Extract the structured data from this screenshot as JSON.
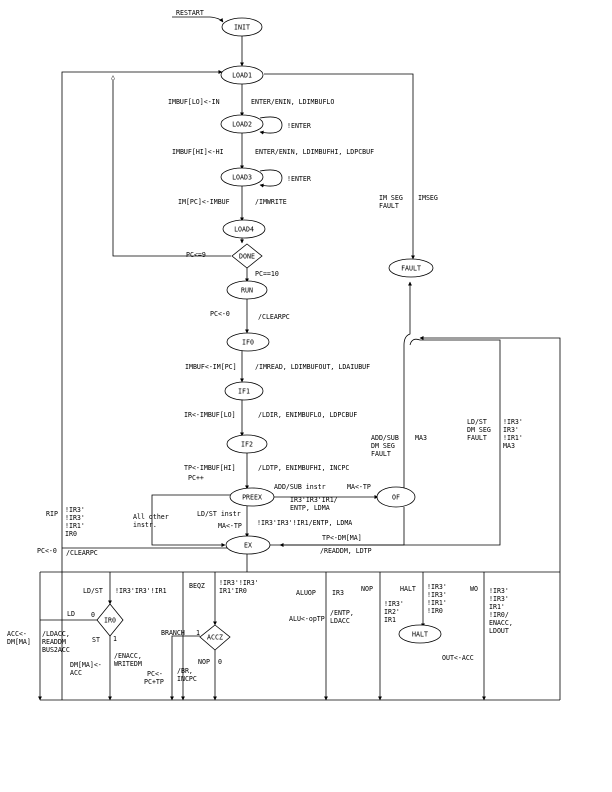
{
  "diagram": {
    "states": [
      {
        "id": "init",
        "label": "INIT"
      },
      {
        "id": "load1",
        "label": "LOAD1"
      },
      {
        "id": "load2",
        "label": "LOAD2"
      },
      {
        "id": "load3",
        "label": "LOAD3"
      },
      {
        "id": "load4",
        "label": "LOAD4"
      },
      {
        "id": "done",
        "label": "DONE"
      },
      {
        "id": "run",
        "label": "RUN"
      },
      {
        "id": "if0",
        "label": "IF0"
      },
      {
        "id": "if1",
        "label": "IF1"
      },
      {
        "id": "if2",
        "label": "IF2"
      },
      {
        "id": "predx",
        "label": "PREEX"
      },
      {
        "id": "of",
        "label": "OF"
      },
      {
        "id": "ex",
        "label": "EX"
      },
      {
        "id": "fault",
        "label": "FAULT"
      },
      {
        "id": "ir0",
        "label": "IR0"
      },
      {
        "id": "accz",
        "label": "ACCZ"
      },
      {
        "id": "halt",
        "label": "HALT"
      }
    ],
    "labels": [
      {
        "id": "restart",
        "text": "RESTART"
      },
      {
        "id": "imbuflo",
        "text": "IMBUF[LO]<-IN"
      },
      {
        "id": "enter1",
        "text": "ENTER/ENIN, LDIMBUFLO"
      },
      {
        "id": "nenter1",
        "text": "!ENTER"
      },
      {
        "id": "imbufhi",
        "text": "IMBUF[HI]<-HI"
      },
      {
        "id": "enter2",
        "text": "ENTER/ENIN,  LDIMBUFHI,  LDPCBUF"
      },
      {
        "id": "nenter2",
        "text": "!ENTER"
      },
      {
        "id": "impc",
        "text": "IM[PC]<-IMBUF"
      },
      {
        "id": "imwrite",
        "text": "/IMWRITE"
      },
      {
        "id": "imseg1",
        "text": "IM SEG"
      },
      {
        "id": "fault1",
        "text": "FAULT"
      },
      {
        "id": "imseg2",
        "text": "IMSEG"
      },
      {
        "id": "pc9",
        "text": "PC<=9"
      },
      {
        "id": "pc10",
        "text": "PC==10"
      },
      {
        "id": "pc0",
        "text": "PC<-0"
      },
      {
        "id": "clearpc",
        "text": "/CLEARPC"
      },
      {
        "id": "imbufim",
        "text": "IMBUF<-IM[PC]"
      },
      {
        "id": "imread",
        "text": "/IMREAD,  LDIMBUFOUT,  LDAIUBUF"
      },
      {
        "id": "irimbuf",
        "text": "IR<-IMBUF[LO]"
      },
      {
        "id": "ldir",
        "text": "/LDIR,  ENIMBUFLO,  LDPCBUF"
      },
      {
        "id": "tpimbuf",
        "text": "TP<-IMBUF[HI]"
      },
      {
        "id": "ldtp",
        "text": "/LDTP,  ENIMBUFHI,  INCPC"
      },
      {
        "id": "pcpp",
        "text": "PC++"
      },
      {
        "id": "addsub1",
        "text": "ADD/SUB"
      },
      {
        "id": "dmseg1",
        "text": "DM SEG"
      },
      {
        "id": "fault2",
        "text": "FAULT"
      },
      {
        "id": "ma3a",
        "text": "MA3"
      },
      {
        "id": "ldst1",
        "text": "LD/ST"
      },
      {
        "id": "dmseg2",
        "text": "DM SEG"
      },
      {
        "id": "fault3",
        "text": "FAULT"
      },
      {
        "id": "nir3a",
        "text": "!IR3'"
      },
      {
        "id": "ir3b",
        "text": "IR3'"
      },
      {
        "id": "nir1a",
        "text": "!IR1'"
      },
      {
        "id": "ma3b",
        "text": "MA3"
      },
      {
        "id": "addsubinstr",
        "text": "ADD/SUB instr"
      },
      {
        "id": "matp1",
        "text": "MA<-TP"
      },
      {
        "id": "ir3ir3",
        "text": "IR3'IR3'IR1/"
      },
      {
        "id": "entpldma1",
        "text": "ENTP,  LDMA"
      },
      {
        "id": "allother1",
        "text": "All other"
      },
      {
        "id": "allother2",
        "text": "instr."
      },
      {
        "id": "ldstinstr",
        "text": "LD/ST instr"
      },
      {
        "id": "matp2",
        "text": "MA<-TP"
      },
      {
        "id": "entpldma2",
        "text": "!IR3'IR3'!IR1/ENTP,  LDMA"
      },
      {
        "id": "tpdm",
        "text": "TP<-DM[MA]"
      },
      {
        "id": "readdm",
        "text": "/READDM,  LDTP"
      },
      {
        "id": "rir",
        "text": "RIP"
      },
      {
        "id": "nir3c",
        "text": "!IR3'"
      },
      {
        "id": "nir3d",
        "text": "!IR3'"
      },
      {
        "id": "nir1b",
        "text": "!IR1'"
      },
      {
        "id": "ir0a",
        "text": "IR0"
      },
      {
        "id": "pc0b",
        "text": "PC<-0"
      },
      {
        "id": "clearpc2",
        "text": "/CLEARPC"
      },
      {
        "id": "ldst2",
        "text": "LD/ST"
      },
      {
        "id": "nir3ir3",
        "text": "!IR3'IR3'!IR1"
      },
      {
        "id": "beqz",
        "text": "BEQZ"
      },
      {
        "id": "nir3ir3b",
        "text": "!IR3'!IR3'"
      },
      {
        "id": "ir1ir0",
        "text": "IR1'IR0"
      },
      {
        "id": "aluop",
        "text": "ALUOP"
      },
      {
        "id": "ir3c",
        "text": "IR3"
      },
      {
        "id": "nop",
        "text": "NOP"
      },
      {
        "id": "haltl",
        "text": "HALT"
      },
      {
        "id": "h1",
        "text": "!IR3'"
      },
      {
        "id": "h2",
        "text": "!IR3'"
      },
      {
        "id": "h3",
        "text": "!IR1'"
      },
      {
        "id": "h4",
        "text": "!IR0"
      },
      {
        "id": "wo",
        "text": "WO"
      },
      {
        "id": "w1",
        "text": "!IR3'"
      },
      {
        "id": "w2",
        "text": "!IR3'"
      },
      {
        "id": "w3",
        "text": "IR1'"
      },
      {
        "id": "w4",
        "text": "!IR0/"
      },
      {
        "id": "w5",
        "text": "ENACC,"
      },
      {
        "id": "w6",
        "text": "LDOUT"
      },
      {
        "id": "ld",
        "text": "LD"
      },
      {
        "id": "zero1",
        "text": "0"
      },
      {
        "id": "st",
        "text": "ST"
      },
      {
        "id": "one1",
        "text": "1"
      },
      {
        "id": "accdm1",
        "text": "ACC<-"
      },
      {
        "id": "accdm2",
        "text": "DM[MA]"
      },
      {
        "id": "ldacc1",
        "text": "/LDACC,"
      },
      {
        "id": "ldacc2",
        "text": "READDM"
      },
      {
        "id": "ldacc3",
        "text": "BUS2ACC"
      },
      {
        "id": "enacc1",
        "text": "/ENACC,"
      },
      {
        "id": "enacc2",
        "text": "WRITEDM"
      },
      {
        "id": "dmma1",
        "text": "DM[MA]<-"
      },
      {
        "id": "dmma2",
        "text": "ACC"
      },
      {
        "id": "branch",
        "text": "BRANCH"
      },
      {
        "id": "one2",
        "text": "1"
      },
      {
        "id": "nop2",
        "text": "NOP"
      },
      {
        "id": "zero2",
        "text": "0"
      },
      {
        "id": "pctp1",
        "text": "PC<-"
      },
      {
        "id": "pctp2",
        "text": "PC+TP"
      },
      {
        "id": "br1",
        "text": "/BR,"
      },
      {
        "id": "br2",
        "text": "INCPC"
      },
      {
        "id": "aluoptp",
        "text": "ALU<-opTP"
      },
      {
        "id": "entp1",
        "text": "/ENTP,"
      },
      {
        "id": "entp2",
        "text": "LDACC"
      },
      {
        "id": "hb1",
        "text": "!IR3'"
      },
      {
        "id": "hb2",
        "text": "IR2'"
      },
      {
        "id": "hb3",
        "text": "IR1"
      },
      {
        "id": "outacc",
        "text": "OUT<-ACC"
      }
    ]
  }
}
